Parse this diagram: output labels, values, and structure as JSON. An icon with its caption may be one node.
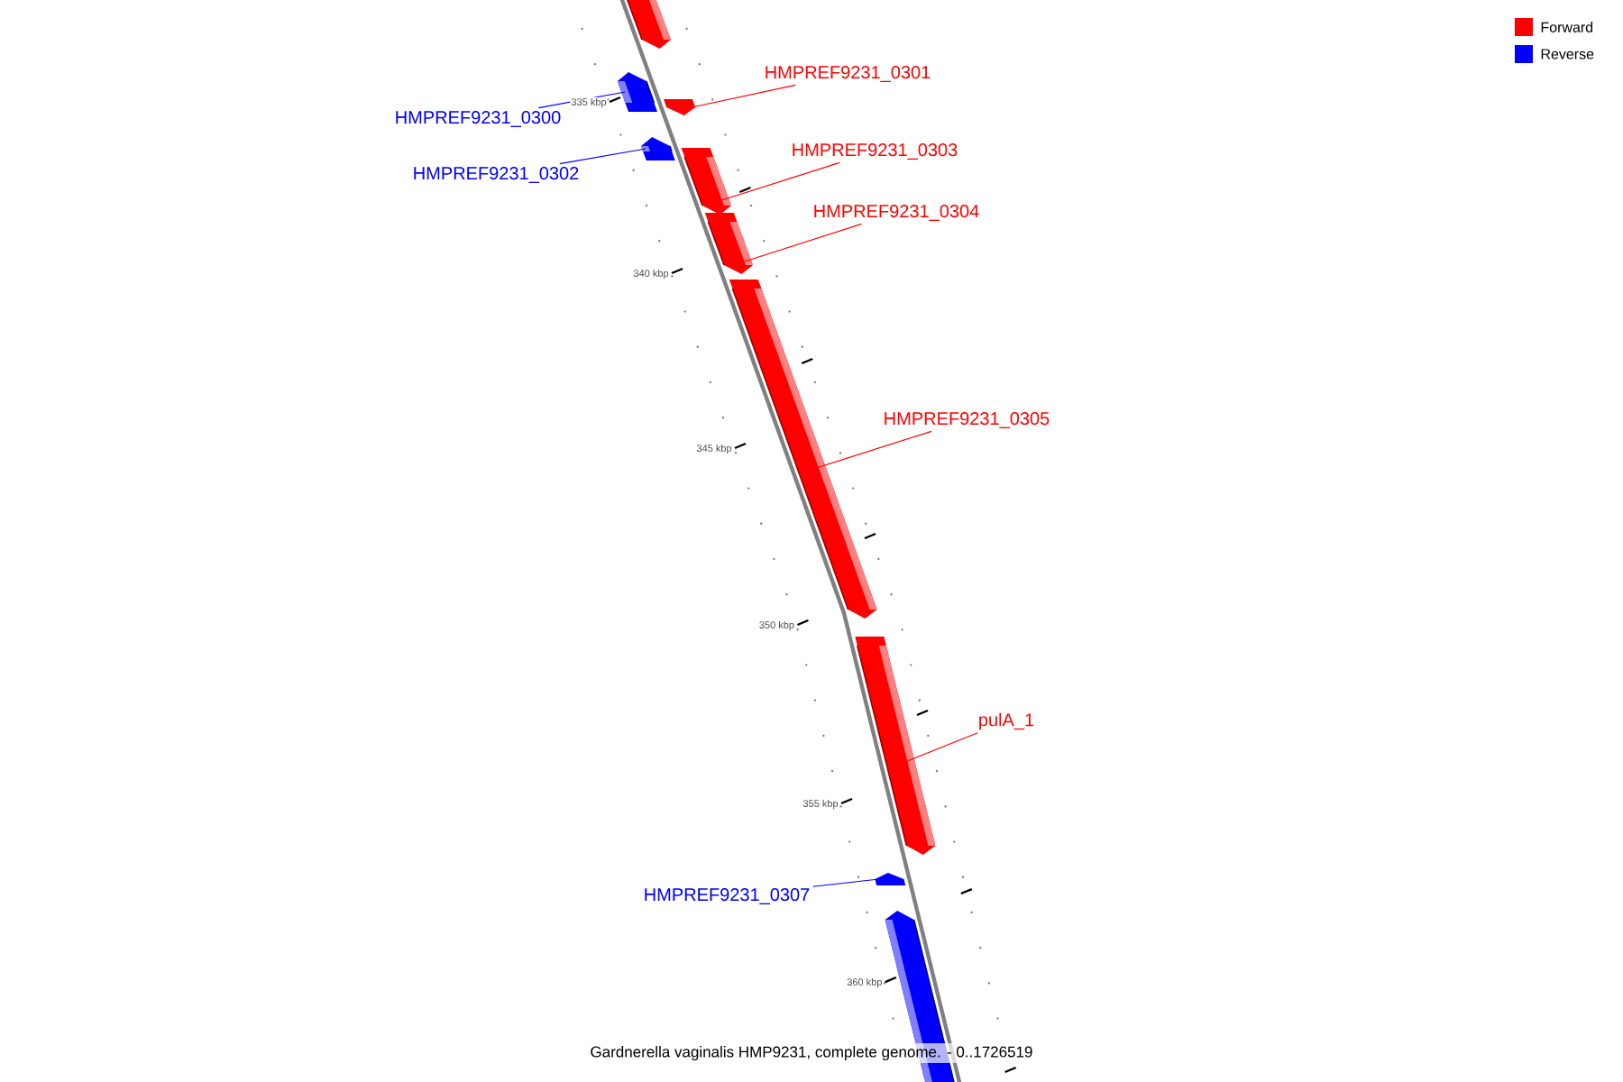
{
  "diagram": {
    "caption": "Gardnerella vaginalis HMP9231, complete genome. - 0..1726519",
    "nodes": [
      {
        "text": [],
        "shape": "arrow"
      },
      {
        "text": [
          "HMPREF9231_0300"
        ]
      },
      {
        "text": [],
        "shape": "arrow"
      },
      {
        "text": [
          "HMPREF9231_0301"
        ]
      },
      {
        "text": [],
        "shape": "arrow"
      },
      {
        "text": [
          "HMPREF9231_0302"
        ]
      },
      {
        "text": [],
        "shape": "arrow"
      },
      {
        "text": [
          "HMPREF9231_0303"
        ]
      },
      {
        "text": [],
        "shape": "arrow"
      },
      {
        "text": [
          "HMPREF9231_0304"
        ]
      },
      {
        "text": [],
        "shape": "arrow"
      },
      {
        "text": [
          "HMPREF9231_0305"
        ]
      },
      {
        "text": [],
        "shape": "arrow"
      },
      {
        "text": [
          "pulA_1"
        ]
      },
      {
        "text": [],
        "shape": "arrow"
      },
      {
        "text": [
          "HMPREF9231_0307"
        ]
      },
      {
        "text": [],
        "shape": "arrow"
      },
      {
        "text": [],
        "shape": "arrow"
      }
    ],
    "edges": [
      {
        "from": 1,
        "to": 2,
        "arrow": "none",
        "color": "#0000ff"
      },
      {
        "from": 3,
        "to": 4,
        "arrow": "none"
      },
      {
        "from": 5,
        "to": 6,
        "arrow": "none",
        "color": "#0000ff"
      },
      {
        "from": 7,
        "to": 8,
        "arrow": "none"
      },
      {
        "from": 9,
        "to": 10,
        "arrow": "none"
      },
      {
        "from": 11,
        "to": 12,
        "arrow": "none"
      },
      {
        "from": 13,
        "to": 14,
        "arrow": "none"
      },
      {
        "from": 15,
        "to": 16,
        "arrow": "none",
        "color": "#0000ff"
      }
    ],
    "labels": [
      "335 kbp",
      "340 kbp",
      "345 kbp",
      "350 kbp",
      "355 kbp",
      "360 kbp"
    ],
    "legend": [
      {
        "text": "Forward",
        "color": "#ff0000"
      },
      {
        "text": "Reverse",
        "color": "#0000ff"
      }
    ]
  }
}
